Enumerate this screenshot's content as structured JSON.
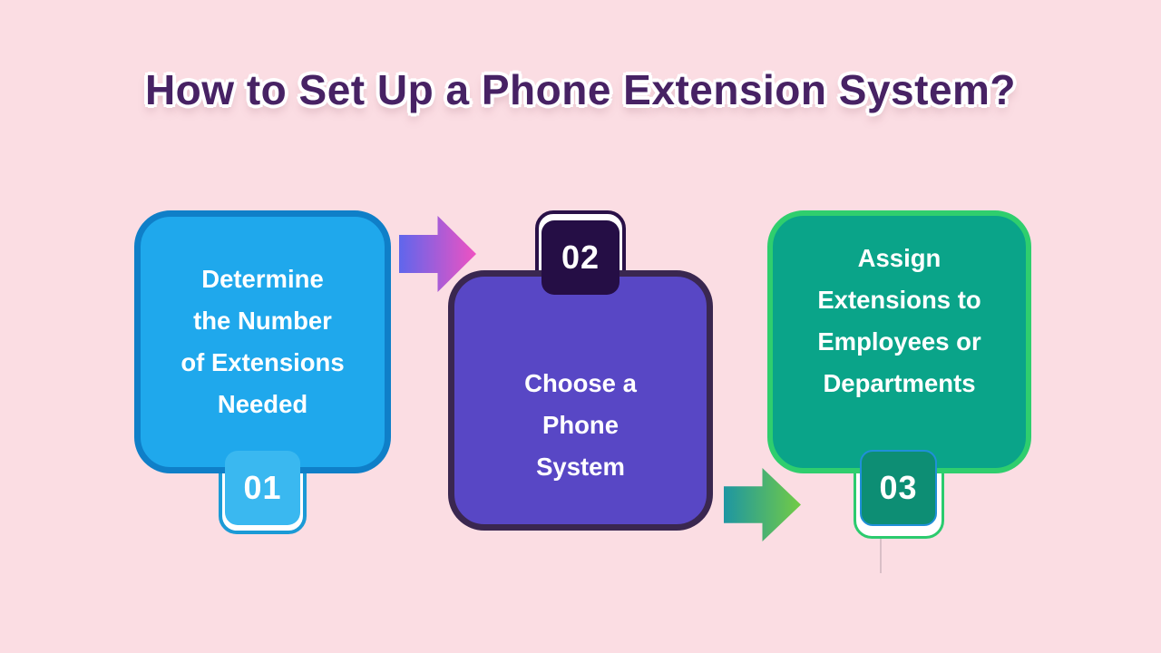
{
  "title": "How to Set Up a Phone Extension System?",
  "background_color": "#FBDDE3",
  "title_color": "#472264",
  "steps": [
    {
      "number": "01",
      "label": "Determine the Number of Extensions Needed",
      "lines": [
        "Determine",
        "the Number",
        "of Extensions",
        "Needed"
      ],
      "colors": {
        "card_fill": "#1FA8EC",
        "card_border": "#0F7FC8",
        "badge_fill": "#3AB8F0",
        "badge_frame_border": "#1B9AD6",
        "text": "#FFFFFF"
      }
    },
    {
      "number": "02",
      "label": "Choose a Phone System",
      "lines": [
        "Choose a",
        "Phone",
        "System"
      ],
      "colors": {
        "card_fill": "#5847C5",
        "card_border": "#3A2750",
        "badge_fill": "#250E45",
        "badge_frame_border": "#2A1148",
        "text": "#FFFFFF"
      }
    },
    {
      "number": "03",
      "label": "Assign Extensions to Employees or Departments",
      "lines": [
        "Assign",
        "Extensions to",
        "Employees or",
        "Departments"
      ],
      "colors": {
        "card_fill": "#0AA489",
        "card_border": "#2FCE6E",
        "badge_fill": "#0D8E74",
        "badge_frame_border": "#2BCB6E",
        "badge_inner_border": "#2090D8",
        "text": "#FFFFFF"
      }
    }
  ],
  "arrows": [
    {
      "name": "arrow step 1 to 2",
      "gradient_from": "#5F66EC",
      "gradient_to": "#EF52C2"
    },
    {
      "name": "arrow step 2 to 3",
      "gradient_from": "#1E96A2",
      "gradient_to": "#72CB45"
    }
  ]
}
